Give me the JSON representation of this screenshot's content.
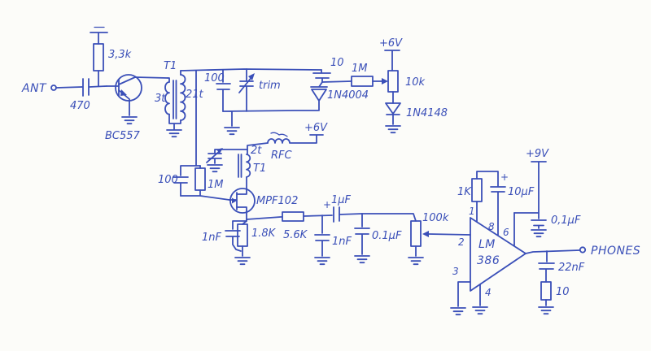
{
  "colors": {
    "ink": "#3a4fb8",
    "paper": "#fcfcf9"
  },
  "schematic": {
    "input": {
      "ant": "ANT",
      "coupling_cap": "470",
      "bias_resistor": "3,3k",
      "transistor": "BC557"
    },
    "transformer": {
      "name": "T1",
      "primary_turns": "3t",
      "secondary_turns": "21t"
    },
    "tank": {
      "fixed_cap": "100",
      "trimmer": "trim",
      "small_cap": "10",
      "varactor_diode": "1N4004"
    },
    "tuning": {
      "isolation_resistor": "1M",
      "supply": "+6V",
      "pot": "10k",
      "diode": "1N4148"
    },
    "regen": {
      "supply": "+6V",
      "tickler_turns": "2t",
      "tickler_name": "T1",
      "choke": "RFC",
      "gate_cap": "100",
      "gate_resistor": "1M",
      "fet": "MPF102"
    },
    "audio": {
      "source_cap": "1nF",
      "source_resistor": "1.8K",
      "series_resistor": "5.6K",
      "shunt_cap": "1nF",
      "coupling_plus": "+",
      "coupling_cap": "1μF",
      "shunt_cap2": "0.1μF",
      "volume_pot": "100k"
    },
    "amplifier": {
      "ic_line1": "LM",
      "ic_line2": "386",
      "pin1": "1",
      "pin8": "8",
      "pin6": "6",
      "pin2": "2",
      "pin3": "3",
      "pin4": "4",
      "gain_resistor": "1K",
      "gain_cap_plus": "+",
      "gain_cap": "10μF",
      "supply": "+9V",
      "decoupling_cap": "0,1μF"
    },
    "output": {
      "terminal": "PHONES",
      "zobel_cap": "22nF",
      "zobel_resistor": "10"
    }
  }
}
